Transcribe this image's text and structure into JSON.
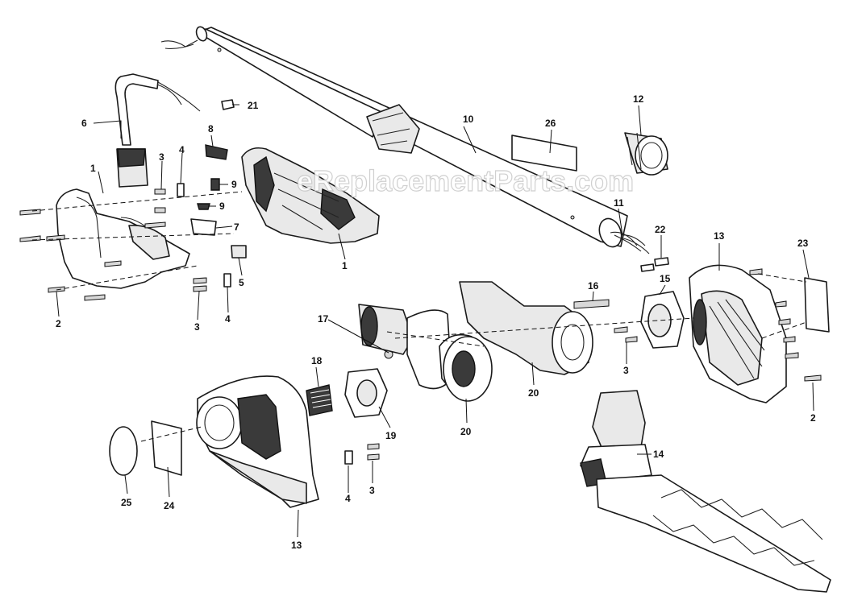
{
  "watermark": "eReplacementParts.com",
  "callouts": [
    {
      "id": "c1a",
      "label": "1"
    },
    {
      "id": "c1b",
      "label": "1"
    },
    {
      "id": "c2a",
      "label": "2"
    },
    {
      "id": "c2b",
      "label": "2"
    },
    {
      "id": "c3a",
      "label": "3"
    },
    {
      "id": "c3b",
      "label": "3"
    },
    {
      "id": "c3c",
      "label": "3"
    },
    {
      "id": "c3d",
      "label": "3"
    },
    {
      "id": "c4a",
      "label": "4"
    },
    {
      "id": "c4b",
      "label": "4"
    },
    {
      "id": "c4c",
      "label": "4"
    },
    {
      "id": "c5",
      "label": "5"
    },
    {
      "id": "c6",
      "label": "6"
    },
    {
      "id": "c7",
      "label": "7"
    },
    {
      "id": "c8",
      "label": "8"
    },
    {
      "id": "c9a",
      "label": "9"
    },
    {
      "id": "c9b",
      "label": "9"
    },
    {
      "id": "c10",
      "label": "10"
    },
    {
      "id": "c11",
      "label": "11"
    },
    {
      "id": "c12",
      "label": "12"
    },
    {
      "id": "c13a",
      "label": "13"
    },
    {
      "id": "c13b",
      "label": "13"
    },
    {
      "id": "c14",
      "label": "14"
    },
    {
      "id": "c15",
      "label": "15"
    },
    {
      "id": "c16",
      "label": "16"
    },
    {
      "id": "c17",
      "label": "17"
    },
    {
      "id": "c18",
      "label": "18"
    },
    {
      "id": "c19",
      "label": "19"
    },
    {
      "id": "c20a",
      "label": "20"
    },
    {
      "id": "c20b",
      "label": "20"
    },
    {
      "id": "c21",
      "label": "21"
    },
    {
      "id": "c22",
      "label": "22"
    },
    {
      "id": "c23",
      "label": "23"
    },
    {
      "id": "c24",
      "label": "24"
    },
    {
      "id": "c25",
      "label": "25"
    },
    {
      "id": "c26",
      "label": "26"
    }
  ]
}
